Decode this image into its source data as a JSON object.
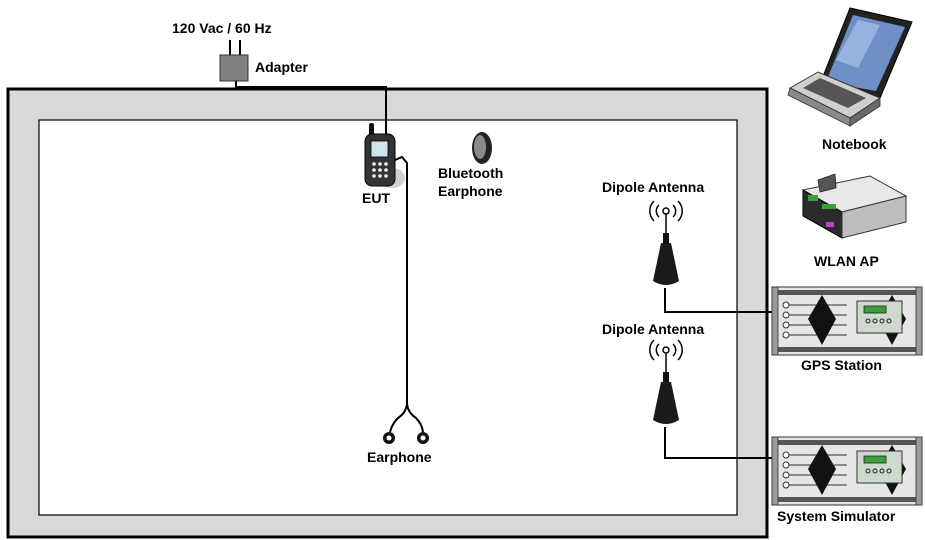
{
  "labels": {
    "power": "120 Vac / 60 Hz",
    "adapter": "Adapter",
    "eut": "EUT",
    "bt_line1": "Bluetooth",
    "bt_line2": "Earphone",
    "dipole_top": "Dipole Antenna",
    "dipole_bottom": "Dipole Antenna",
    "earphone": "Earphone",
    "notebook": "Notebook",
    "wlan_ap": "WLAN AP",
    "gps_station": "GPS Station",
    "system_simulator": "System Simulator"
  },
  "icons": {
    "adapter": "power-adapter-icon",
    "eut": "mobile-phone-icon",
    "bt": "bluetooth-earphone-icon",
    "antenna": "dipole-antenna-icon",
    "earphone": "wired-earphone-icon",
    "notebook": "laptop-icon",
    "wlan": "wireless-access-point-icon",
    "rack": "rack-equipment-icon"
  },
  "colors": {
    "outer_frame": "#d9d9d9",
    "frame_border": "#000000",
    "inner_room": "#ffffff",
    "cable": "#000000",
    "equipment_gray": "#808080"
  }
}
